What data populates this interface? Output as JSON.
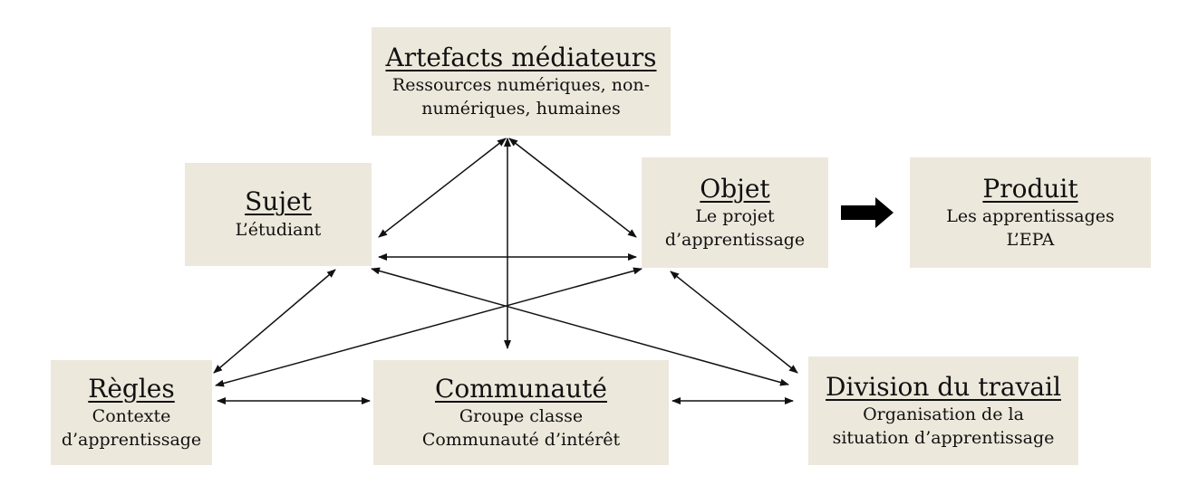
{
  "nodes": {
    "artefacts": {
      "title": "Artefacts médiateurs",
      "lines": [
        "Ressources numériques, non-",
        "numériques, humaines"
      ]
    },
    "sujet": {
      "title": "Sujet",
      "lines": [
        "L’étudiant"
      ]
    },
    "objet": {
      "title": "Objet",
      "lines": [
        "Le projet",
        "d’apprentissage"
      ]
    },
    "produit": {
      "title": "Produit",
      "lines": [
        "Les apprentissages",
        "L’EPA"
      ]
    },
    "regles": {
      "title": "Règles",
      "lines": [
        "Contexte",
        "d’apprentissage"
      ]
    },
    "communaute": {
      "title": "Communauté",
      "lines": [
        "Groupe classe",
        "Communauté d’intérêt"
      ]
    },
    "division": {
      "title": "Division du travail",
      "lines": [
        "Organisation de la",
        "situation d’apprentissage"
      ]
    }
  },
  "colors": {
    "box_fill": "#ede8dc",
    "line": "#111111"
  }
}
